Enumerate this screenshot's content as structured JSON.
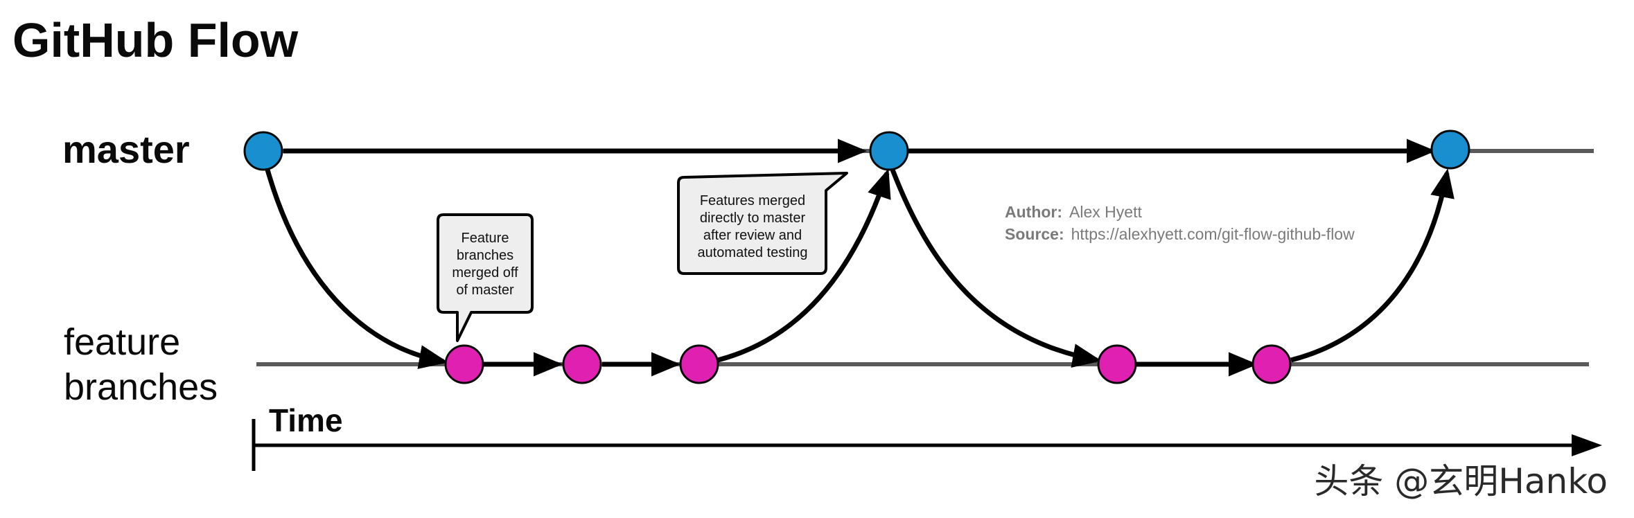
{
  "title": "GitHub Flow",
  "lanes": {
    "master": "master",
    "feature_line1": "feature",
    "feature_line2": "branches"
  },
  "time_label": "Time",
  "callouts": {
    "feature_branch": [
      "Feature",
      "branches",
      "merged off",
      "of master"
    ],
    "merge_to_master": [
      "Features merged",
      "directly to master",
      "after review and",
      "automated testing"
    ]
  },
  "credit": {
    "author_key": "Author:",
    "author_value": "Alex Hyett",
    "source_key": "Source:",
    "source_value": "https://alexhyett.com/git-flow-github-flow"
  },
  "watermark": "头条 @玄明Hanko",
  "colors": {
    "master_commit": "#1a8fd0",
    "feature_commit": "#e020b0",
    "branch_line": "#5a5a5a",
    "arrow": "#000000",
    "callout_fill": "#eeeeee"
  }
}
